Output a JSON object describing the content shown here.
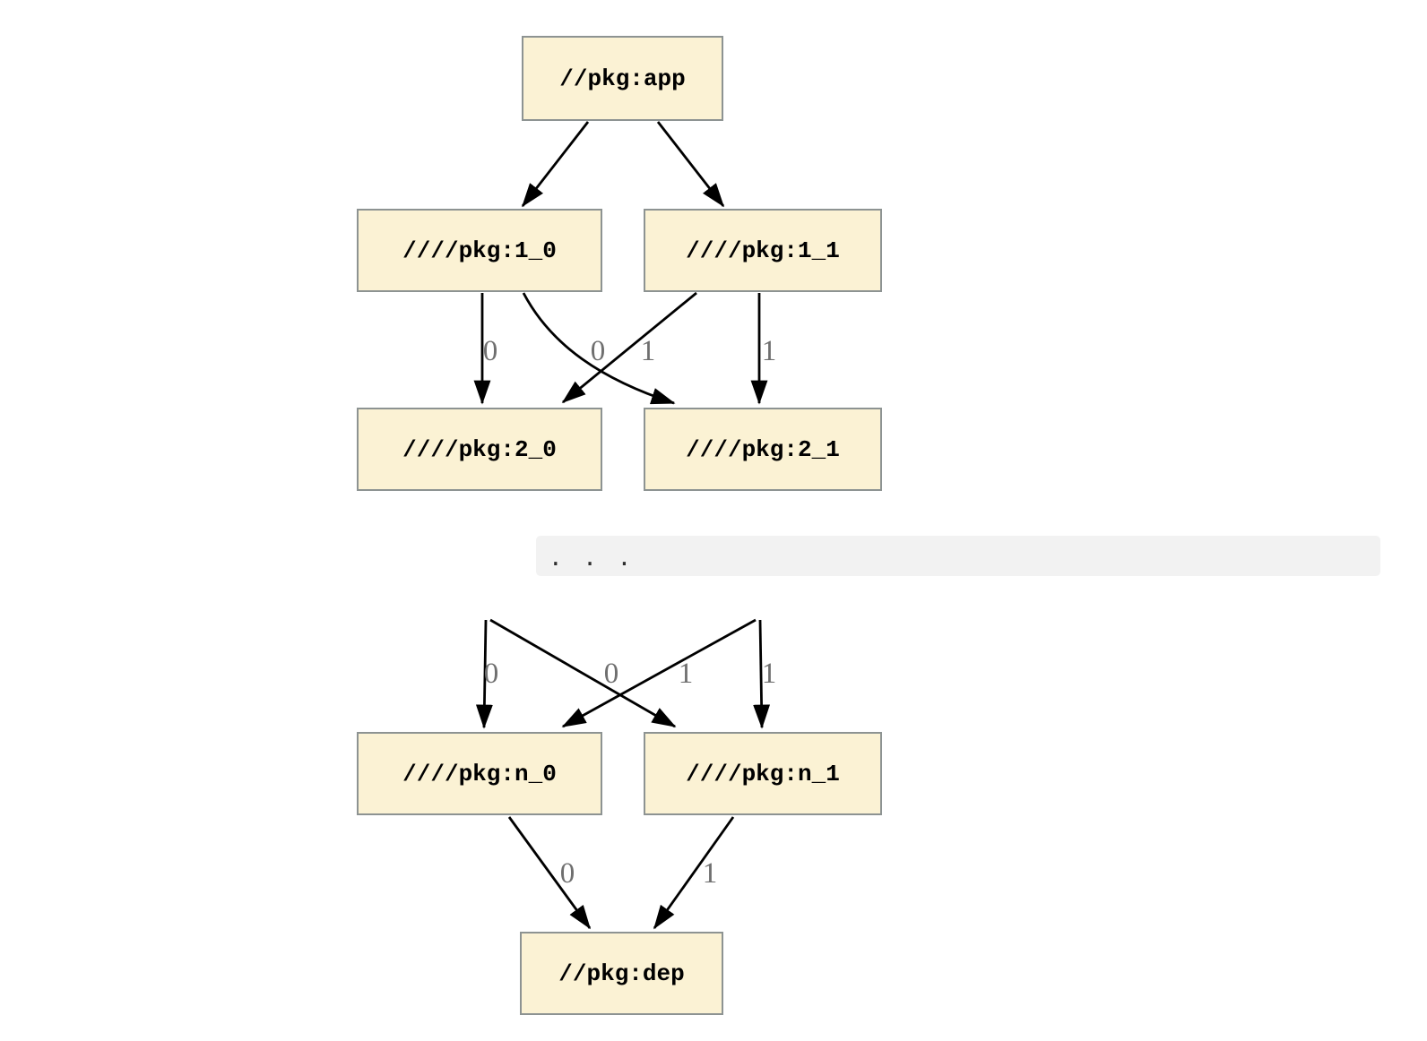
{
  "graph": {
    "nodes": {
      "app": "//pkg:app",
      "level1_0": "////pkg:1_0",
      "level1_1": "////pkg:1_1",
      "level2_0": "////pkg:2_0",
      "level2_1": "////pkg:2_1",
      "leveln_0": "////pkg:n_0",
      "leveln_1": "////pkg:n_1",
      "dep": "//pkg:dep"
    },
    "edge_labels": {
      "l1_to_l2": [
        "0",
        "0",
        "1",
        "1"
      ],
      "dots_to_ln": [
        "0",
        "0",
        "1",
        "1"
      ],
      "ln_to_dep": [
        "0",
        "1"
      ]
    },
    "ellipsis": ". . .",
    "colors": {
      "node_fill": "#FBF2D4",
      "node_border": "#8D9392",
      "edge": "#000000",
      "edge_label": "#6F6F6F",
      "ellipsis_bg": "#F2F2F2"
    }
  }
}
